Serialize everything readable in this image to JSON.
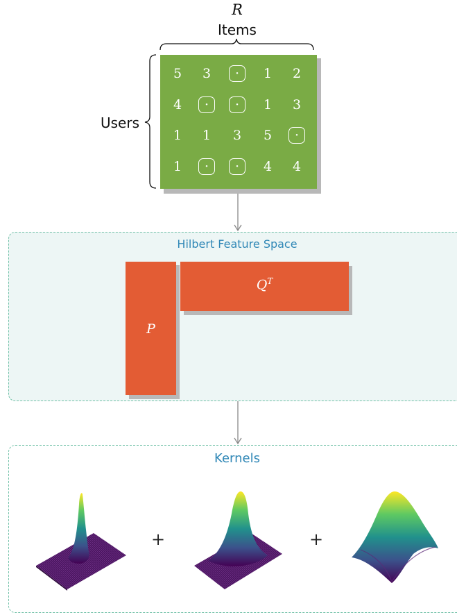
{
  "top": {
    "matrix_symbol": "R",
    "items_label": "Items",
    "users_label": "Users"
  },
  "rating_matrix": {
    "rows": [
      [
        "5",
        "3",
        "·",
        "1",
        "2"
      ],
      [
        "4",
        "·",
        "·",
        "1",
        "3"
      ],
      [
        "1",
        "1",
        "3",
        "5",
        "·"
      ],
      [
        "1",
        "·",
        "·",
        "4",
        "4"
      ]
    ],
    "missing_symbol": "·"
  },
  "feature_space": {
    "title": "Hilbert Feature Space",
    "p_label": "P",
    "q_label": "Q",
    "q_superscript": "T"
  },
  "kernels": {
    "title": "Kernels",
    "plus_1": "+",
    "plus_2": "+",
    "surfaces": [
      "narrow-peak-surface",
      "medium-peak-surface",
      "wide-peak-surface"
    ]
  },
  "colors": {
    "matrix_fill": "#7aab45",
    "factor_fill": "#e35c34",
    "panel_border": "#6fc0a6",
    "panel_title": "#2f87b6"
  }
}
